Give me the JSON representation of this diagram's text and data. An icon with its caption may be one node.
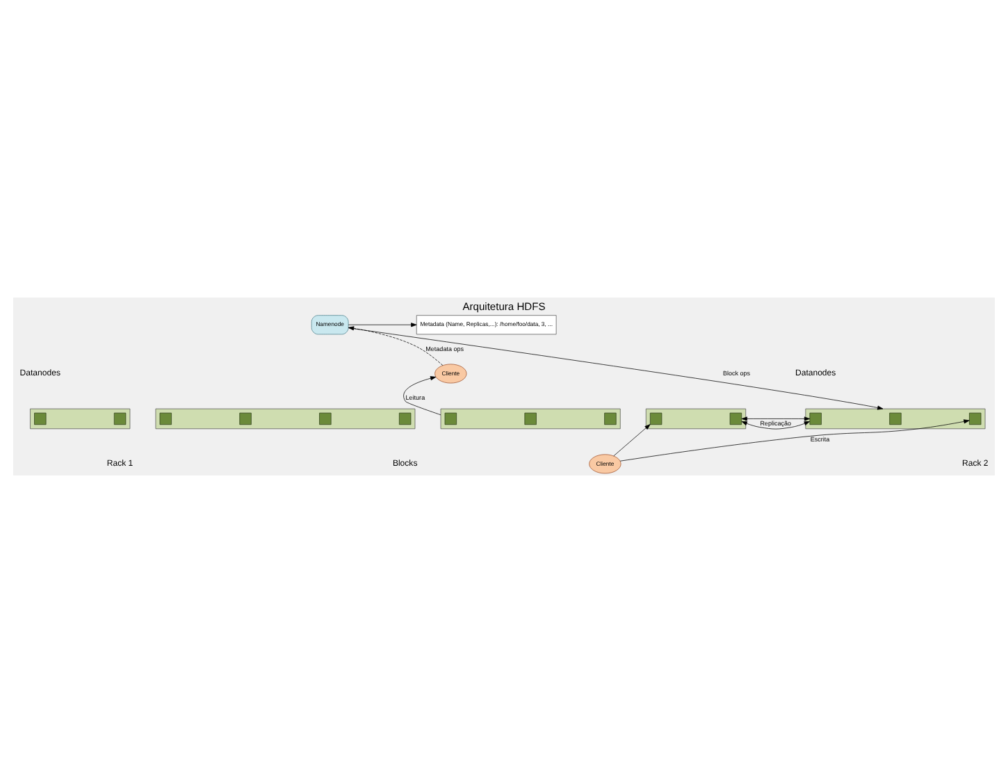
{
  "diagram": {
    "title": "Arquitetura HDFS",
    "nodes": [
      {
        "text": [
          "Namenode"
        ]
      },
      {
        "text": [
          "Metadata (Name, Replicas,...): /home/foo/data, 3, ..."
        ]
      },
      {
        "text": [
          "Cliente"
        ]
      },
      {
        "text": [],
        "shape": "box"
      },
      {
        "text": [],
        "shape": "box",
        "in": 3
      },
      {
        "text": [],
        "shape": "box",
        "in": 3
      },
      {
        "text": [],
        "shape": "box",
        "in": 3
      },
      {
        "text": [],
        "shape": "box"
      },
      {
        "text": [],
        "shape": "box",
        "in": 7
      },
      {
        "text": [],
        "shape": "box",
        "in": 7
      },
      {
        "text": [],
        "shape": "box"
      },
      {
        "text": [],
        "shape": "box",
        "in": 10
      },
      {
        "text": [],
        "shape": "box",
        "in": 10
      },
      {
        "text": [],
        "shape": "box"
      },
      {
        "text": [],
        "shape": "box",
        "in": 13
      },
      {
        "text": [],
        "shape": "box",
        "in": 13
      },
      {
        "text": [],
        "shape": "box",
        "in": 13
      },
      {
        "text": [],
        "shape": "box"
      },
      {
        "text": [],
        "shape": "box",
        "in": 17
      },
      {
        "text": [],
        "shape": "box",
        "in": 17
      },
      {
        "text": [],
        "shape": "box",
        "in": 17
      },
      {
        "text": [],
        "shape": "box",
        "in": 17
      },
      {
        "text": [
          "Cliente"
        ]
      }
    ],
    "edges": [
      {
        "from": 2,
        "to": 0,
        "arrow": "to",
        "style": "dashed",
        "label": "Metadata ops"
      },
      {
        "from": 0,
        "to": 1,
        "arrow": "to"
      },
      {
        "from": 0,
        "to": 13,
        "arrow": "to",
        "label": "Block ops"
      },
      {
        "from": 3,
        "to": 2,
        "arrow": "to",
        "label": "Leitura"
      },
      {
        "from": 10,
        "to": 13,
        "arrow": "both",
        "label": "Replicação"
      },
      {
        "from": 22,
        "to": 11,
        "arrow": "to"
      },
      {
        "from": 22,
        "to": 16,
        "arrow": "to",
        "label": "Escrita"
      }
    ],
    "labels": [
      "Datanodes",
      "Datanodes",
      "Blocks",
      "Rack 1",
      "Rack 2"
    ]
  }
}
